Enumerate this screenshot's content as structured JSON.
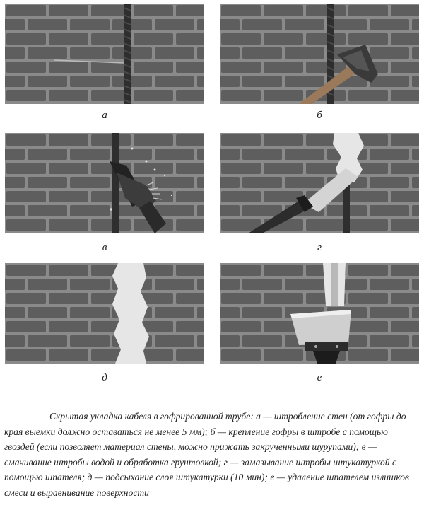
{
  "figure": {
    "panels": [
      {
        "id": "a",
        "label": "а",
        "step": "wall-chasing"
      },
      {
        "id": "b",
        "label": "б",
        "step": "fixing-conduit"
      },
      {
        "id": "v",
        "label": "в",
        "step": "wetting-and-priming"
      },
      {
        "id": "g",
        "label": "г",
        "step": "plastering"
      },
      {
        "id": "d",
        "label": "д",
        "step": "drying"
      },
      {
        "id": "e",
        "label": "е",
        "step": "leveling"
      }
    ],
    "caption": "Скрытая укладка кабеля в гофрированной трубе: а — штробление стен (от гофры до края выемки должно оставаться не менее 5 мм); б — крепление гофры в штробе с помощью гвоздей (если позволяет материал стены, можно прижать закрученными шурупами); в — смачивание штробы водой и обработка грунтовкой; г — замазывание штробы штукатуркой с помощью шпателя; д — подсыхание слоя штукатурки (10 мин); е — удаление шпателем излишков смеси и выравнивание поверхности"
  },
  "colors": {
    "mortar": "#8a8a8a",
    "brick": "#5e5e5e",
    "plaster": "#e6e6e6",
    "tool": "#2c2c2c",
    "text": "#222222"
  }
}
